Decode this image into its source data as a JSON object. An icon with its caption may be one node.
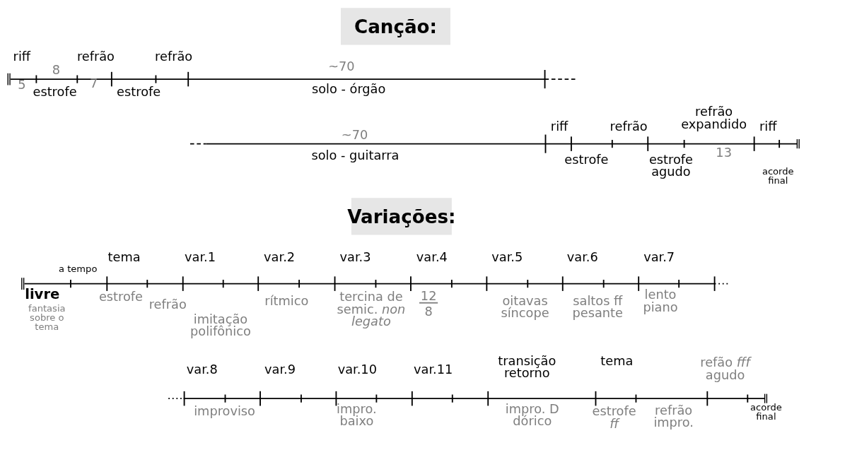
{
  "diagram": {
    "nodes": [
      {
        "text": [
          "Canção:"
        ]
      },
      {
        "text": [
          "Variações:"
        ]
      }
    ],
    "labels": [
      "riff",
      "refrão",
      "refrão",
      "8",
      "~70",
      "5",
      "7",
      "estrofe",
      "estrofe",
      "solo - órgão",
      "refrão expandido",
      "riff",
      "refrão",
      "riff",
      "~70",
      "solo - guitarra",
      "estrofe",
      "estrofe agudo",
      "13",
      "acorde final",
      "a tempo",
      "tema",
      "var.1",
      "var.2",
      "var.3",
      "var.4",
      "var.5",
      "var.6",
      "var.7",
      "livre",
      "fantasia sobre o tema",
      "estrofe",
      "refrão",
      "imitação polifônico",
      "rítmico",
      "tercina de semic. *non legato*",
      "12",
      "8",
      "oitavas síncope",
      "saltos ff pesante",
      "lento piano",
      "var.8",
      "var.9",
      "var.10",
      "var.11",
      "transição retorno",
      "tema",
      "refão *fff* agudo",
      "improviso",
      "impro. baixo",
      "impro. D dórico",
      "estrofe *ff*",
      "refrão impro.",
      "acorde final"
    ]
  }
}
